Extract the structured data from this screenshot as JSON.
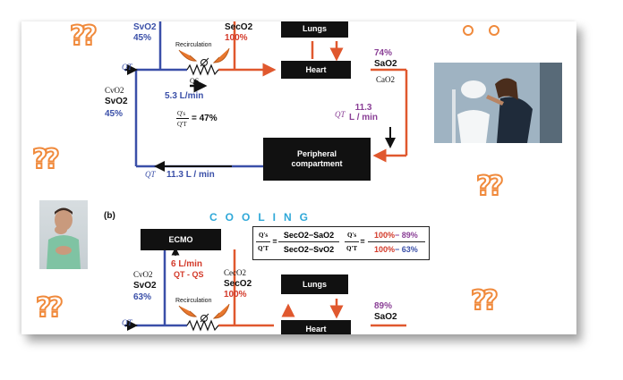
{
  "diagram_a": {
    "svo2_label": "SvO2",
    "svo2_value": "45%",
    "secO2_label": "SecO2",
    "secO2_value": "100%",
    "recirculation_label": "Recirculation",
    "lungs_label": "Lungs",
    "heart_label": "Heart",
    "sao2_value": "74%",
    "sao2_label": "SaO2",
    "cao2_label": "CaO2",
    "qt_label": "QT",
    "qs_label": "QS",
    "qs_flow": "5.3 L/min",
    "cvo2_label": "CvO2",
    "svo2_label_2": "SvO2",
    "svo2_value_2": "45%",
    "ratio_num": "Q's",
    "ratio_den": "Q'T",
    "ratio_value": "= 47%",
    "right_qt_label": "QT",
    "right_flow": "11.3\nL / min",
    "peripheral_label": "Peripheral\ncompartment",
    "bottom_qt_label": "QT",
    "bottom_flow": "11.3 L / min"
  },
  "diagram_b": {
    "panel_label": "(b)",
    "cooling_title": "COOLING",
    "ecmo_label": "ECMO",
    "formula": {
      "lhs_num": "Q's",
      "lhs_den": "Q'T",
      "mid_num": "SecO2−SaO2",
      "mid_den": "SecO2−SvO2",
      "rhs_num": "Q's",
      "rhs_den": "Q'T",
      "val_num_a": "100%",
      "val_num_b": "− 89%",
      "val_den_a": "100%",
      "val_den_b": "− 63%"
    },
    "cvo2_label": "CvO2",
    "svo2_label": "SvO2",
    "svo2_value": "63%",
    "flow_value": "6 L/min",
    "flow_formula": "QT - QS",
    "ceo2_label": "CecO2",
    "secO2_label": "SecO2",
    "secO2_value": "100%",
    "recirculation_label": "Recirculation",
    "lungs_label": "Lungs",
    "sao2_value": "89%",
    "sao2_label": "SaO2",
    "heart_label": "Heart",
    "qt_label": "QT"
  },
  "decor": {
    "question_marks": "??",
    "colors": {
      "blue_line": "#3a4fa8",
      "red_line": "#e0582e",
      "orange_qmark": "#f08a3c",
      "cooling_blue": "#2fa8d8"
    },
    "photos": [
      "nauseous-man-photo",
      "sick-woman-bathroom-photo"
    ]
  }
}
